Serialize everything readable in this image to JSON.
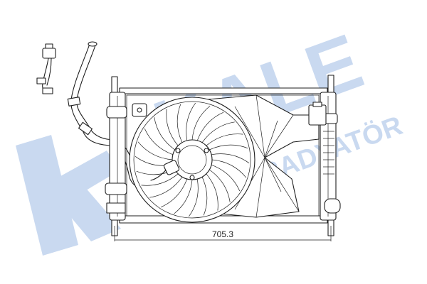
{
  "watermark": {
    "brand": "KALE",
    "subtitle": "OTO RADYATÖR",
    "color": "#c9d9f0"
  },
  "diagram": {
    "component": "radiator-with-cooling-fan",
    "fan_blade_count": 24,
    "line_color": "#1e1e1e",
    "dimension": {
      "label": "705.3",
      "value": 705.3
    }
  }
}
